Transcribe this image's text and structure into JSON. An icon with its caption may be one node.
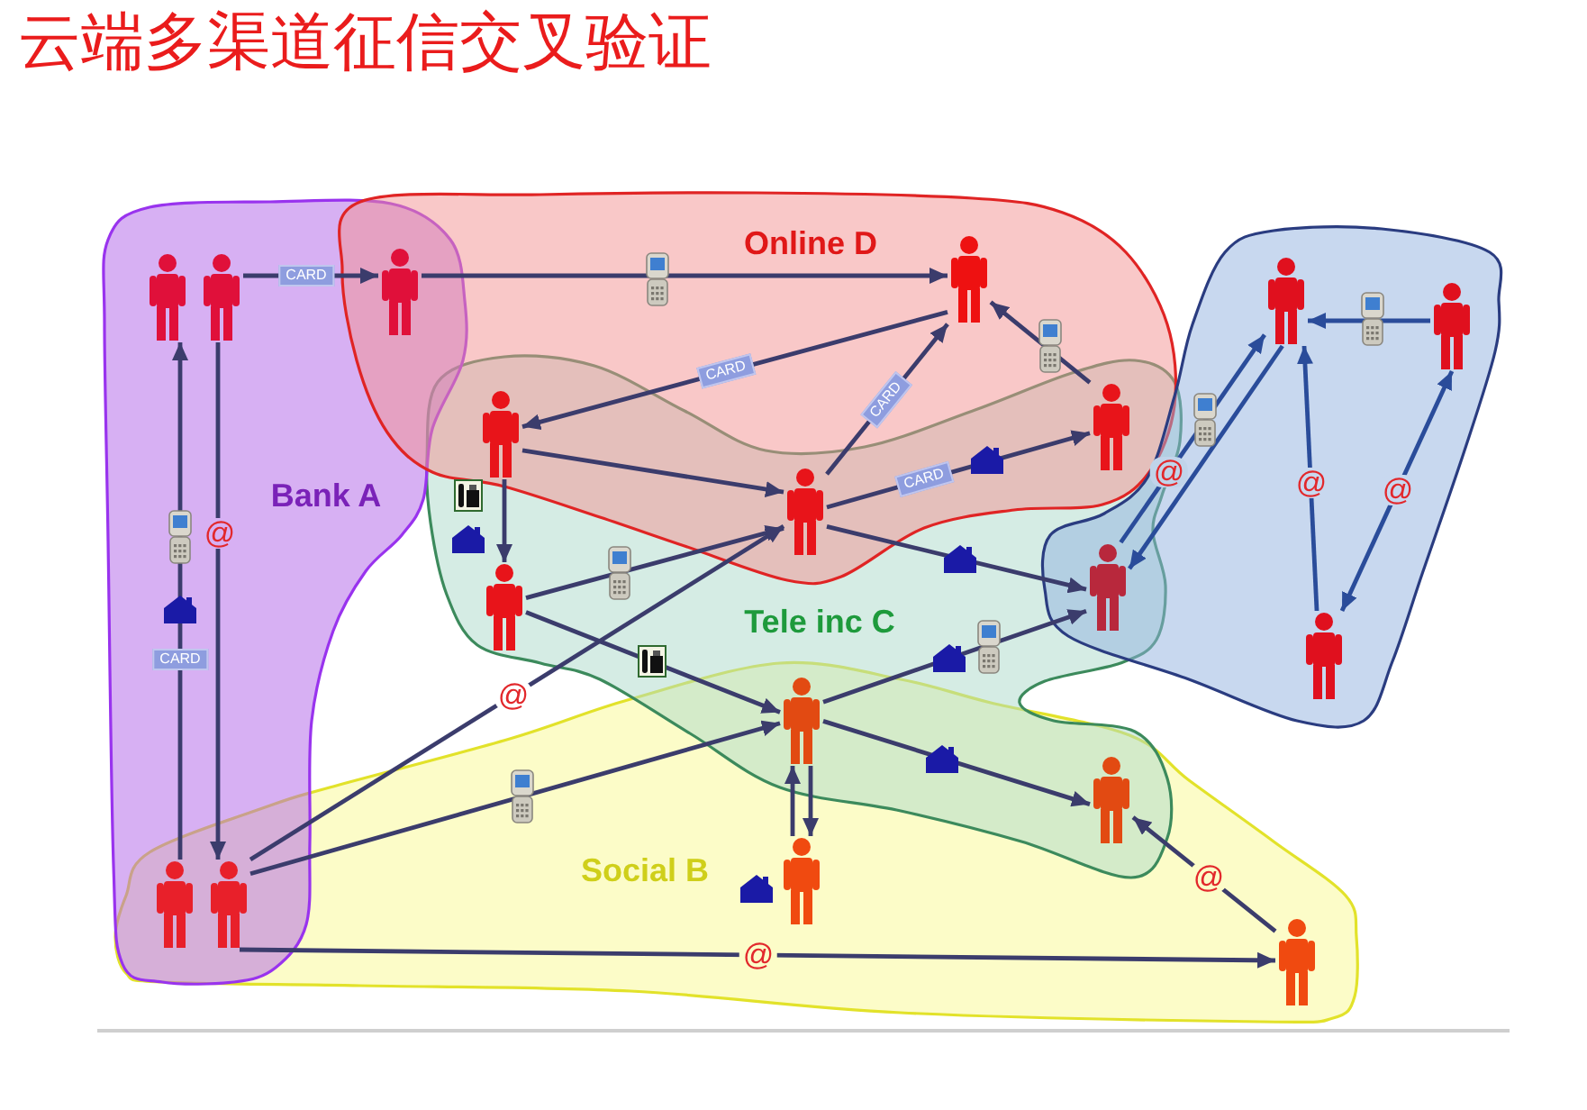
{
  "diagram": {
    "title": "云端多渠道征信交叉验证",
    "nodes": [
      {
        "text": [
          "Bank A"
        ]
      },
      {
        "text": [
          "Online D"
        ]
      },
      {
        "text": [
          "Tele inc C"
        ]
      },
      {
        "text": [],
        "shape": "box"
      },
      {
        "text": [
          "Social B"
        ]
      },
      {
        "text": [],
        "shape": "person",
        "in": 0
      },
      {
        "text": [],
        "shape": "person"
      },
      {
        "text": [],
        "shape": "person",
        "in": 1
      },
      {
        "text": [],
        "shape": "person"
      },
      {
        "text": [],
        "shape": "person"
      },
      {
        "text": [],
        "shape": "person"
      },
      {
        "text": [],
        "shape": "person",
        "in": 2
      },
      {
        "text": [],
        "shape": "person"
      },
      {
        "text": [],
        "shape": "person"
      },
      {
        "text": [],
        "shape": "person",
        "in": 3
      },
      {
        "text": [],
        "shape": "person",
        "in": 3
      },
      {
        "text": [],
        "shape": "person",
        "in": 3
      },
      {
        "text": [],
        "shape": "person"
      },
      {
        "text": [],
        "shape": "person",
        "in": 4
      },
      {
        "text": [],
        "shape": "person"
      },
      {
        "text": [],
        "shape": "person",
        "in": 4
      }
    ],
    "edges": [
      {
        "from": 5,
        "to": 6,
        "arrow": "to",
        "label": "CARD"
      },
      {
        "from": 6,
        "to": 7,
        "arrow": "to"
      },
      {
        "from": 7,
        "to": 8,
        "arrow": "to",
        "label": "CARD"
      },
      {
        "from": 8,
        "to": 9,
        "arrow": "to"
      },
      {
        "from": 9,
        "to": 7,
        "arrow": "to",
        "label": "CARD"
      },
      {
        "from": 9,
        "to": 10,
        "arrow": "to",
        "label": "CARD"
      },
      {
        "from": 10,
        "to": 7,
        "arrow": "to"
      },
      {
        "from": 9,
        "to": 13,
        "arrow": "to"
      },
      {
        "from": 8,
        "to": 11,
        "arrow": "to"
      },
      {
        "from": 11,
        "to": 9,
        "arrow": "to"
      },
      {
        "from": 11,
        "to": 12,
        "arrow": "to"
      },
      {
        "from": 19,
        "to": 9,
        "arrow": "to",
        "label": "@"
      },
      {
        "from": 19,
        "to": 12,
        "arrow": "to"
      },
      {
        "from": 12,
        "to": 13,
        "arrow": "to"
      },
      {
        "from": 12,
        "to": 17,
        "arrow": "to"
      },
      {
        "from": 18,
        "to": 12,
        "arrow": "to"
      },
      {
        "from": 12,
        "to": 18,
        "arrow": "to"
      },
      {
        "from": 20,
        "to": 17,
        "arrow": "to",
        "label": "@"
      },
      {
        "from": 19,
        "to": 20,
        "arrow": "to",
        "label": "@"
      },
      {
        "from": 19,
        "to": 5,
        "arrow": "to",
        "label": "CARD"
      },
      {
        "from": 5,
        "to": 19,
        "arrow": "to",
        "label": "@"
      },
      {
        "from": 13,
        "to": 14,
        "arrow": "to",
        "label": "@",
        "color": "#2a4c9a"
      },
      {
        "from": 14,
        "to": 13,
        "arrow": "to",
        "color": "#2a4c9a"
      },
      {
        "from": 15,
        "to": 14,
        "arrow": "to",
        "color": "#2a4c9a"
      },
      {
        "from": 16,
        "to": 14,
        "arrow": "to",
        "label": "@",
        "color": "#2a4c9a"
      },
      {
        "from": 16,
        "to": 15,
        "arrow": "both",
        "label": "@",
        "color": "#2a4c9a"
      }
    ]
  }
}
